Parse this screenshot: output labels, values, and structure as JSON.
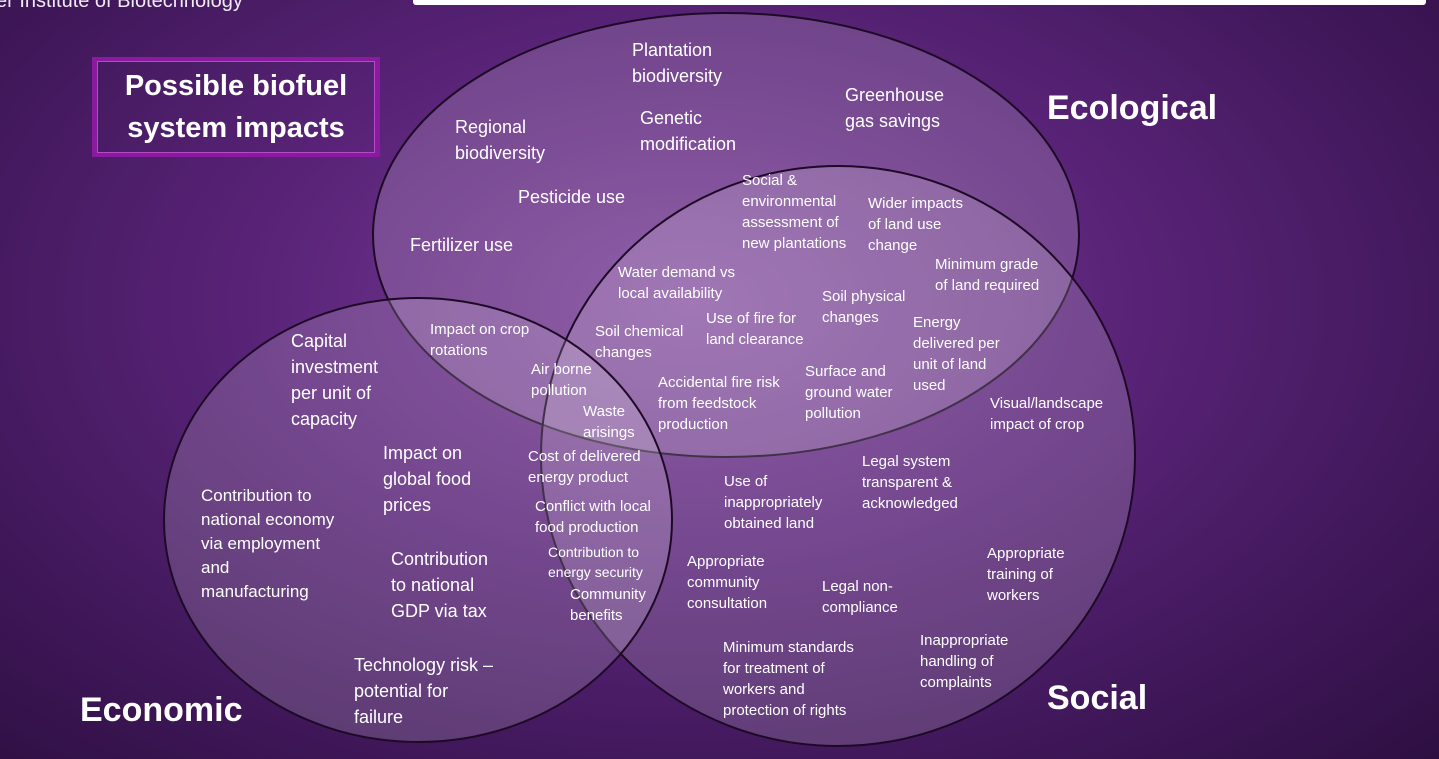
{
  "header": {
    "text": "er Institute of Biotechnology"
  },
  "title": {
    "line1": "Possible biofuel",
    "line2": "system impacts"
  },
  "circles": {
    "ecological": "Ecological",
    "economic": "Economic",
    "social": "Social"
  },
  "colors": {
    "background": "#5a2479",
    "title_border": "#8a1aa0",
    "circle_fill": "rgba(255,255,255,0.18)"
  },
  "items": {
    "plantation_biodiversity": "Plantation\nbiodiversity",
    "greenhouse_gas": "Greenhouse\ngas savings",
    "regional_biodiversity": "Regional\nbiodiversity",
    "genetic_modification": "Genetic\nmodification",
    "pesticide_use": "Pesticide use",
    "fertilizer_use": "Fertilizer use",
    "social_env_assessment": "Social &\nenvironmental\nassessment of\nnew plantations",
    "wider_impacts": "Wider impacts\nof land use\nchange",
    "minimum_grade": "Minimum grade\nof land required",
    "water_demand": "Water demand vs\nlocal availability",
    "soil_physical": "Soil physical\nchanges",
    "use_of_fire": "Use of fire for\nland clearance",
    "soil_chemical": "Soil chemical\nchanges",
    "energy_delivered": "Energy\ndelivered per\nunit of land\nused",
    "impact_crop_rotations": "Impact on crop\nrotations",
    "air_borne_pollution": "Air borne\npollution",
    "waste_arisings": "Waste\narisings",
    "accidental_fire": "Accidental fire risk\nfrom feedstock\nproduction",
    "surface_ground_water": "Surface and\nground water\npollution",
    "visual_landscape": "Visual/landscape\nimpact of crop",
    "capital_investment": "Capital\ninvestment\nper unit of\ncapacity",
    "impact_food_prices": "Impact on\nglobal food\nprices",
    "cost_delivered_energy": "Cost of delivered\nenergy product",
    "legal_system": "Legal system\ntransparent &\nacknowledged",
    "inappropriately_obtained": "Use of\ninappropriately\nobtained land",
    "contribution_economy": "Contribution to\nnational economy\nvia employment\nand\nmanufacturing",
    "conflict_food": "Conflict with local\nfood production",
    "contribution_gdp": "Contribution\nto national\nGDP via tax",
    "contribution_energy_security": "Contribution to\nenergy security",
    "community_benefits": "Community\nbenefits",
    "community_consultation": "Appropriate\ncommunity\nconsultation",
    "legal_non_compliance": "Legal non-\ncompliance",
    "training_workers": "Appropriate\ntraining of\nworkers",
    "inappropriate_complaints": "Inappropriate\nhandling of\ncomplaints",
    "minimum_standards": "Minimum standards\nfor treatment of\nworkers and\nprotection of rights",
    "technology_risk": "Technology risk –\npotential for\nfailure"
  }
}
